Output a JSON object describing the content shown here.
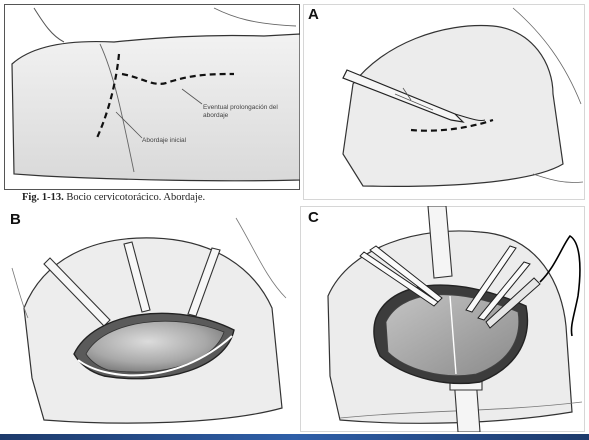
{
  "figure": {
    "caption_number": "Fig. 1-13.",
    "caption_text": "Bocio cervicotorácico. Abordaje.",
    "panel_labels": {
      "a": "A",
      "b": "B",
      "c": "C"
    },
    "annotations": {
      "prolongation": "Eventual prolongación del abordaje",
      "initial": "Abordaje inicial"
    }
  },
  "colors": {
    "line": "#333333",
    "skin_shade": "#e4e4e4",
    "cavity": "#9a9a9a",
    "bar": "#2f5fa8"
  }
}
